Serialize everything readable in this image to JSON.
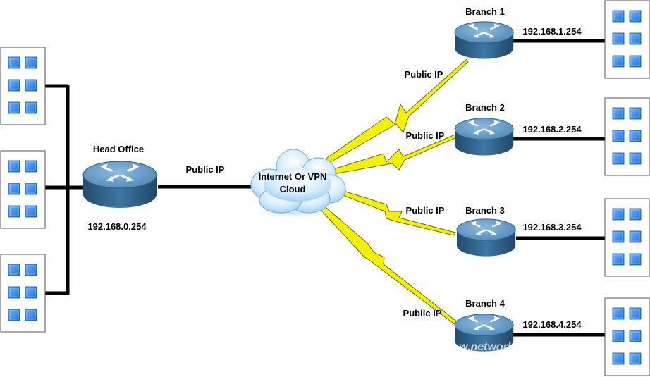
{
  "head_office": {
    "name": "Head Office",
    "lan_ip": "192.168.0.254",
    "wan_label": "Public IP"
  },
  "cloud": {
    "label_line1": "Internet Or VPN",
    "label_line2": "Cloud"
  },
  "branches": [
    {
      "name": "Branch 1",
      "lan_ip": "192.168.1.254",
      "wan_label": "Public IP"
    },
    {
      "name": "Branch 2",
      "lan_ip": "192.168.2.254",
      "wan_label": "Public IP"
    },
    {
      "name": "Branch 3",
      "lan_ip": "192.168.3.254",
      "wan_label": "Public IP"
    },
    {
      "name": "Branch 4",
      "lan_ip": "192.168.4.254",
      "wan_label": "Public IP"
    }
  ],
  "icons": {
    "router": "router-icon",
    "cloud": "cloud-icon",
    "host_group": "computer-group-icon",
    "wan_link": "lightning-link-icon"
  },
  "colors": {
    "router_top": "#5a93bd",
    "router_side": "#2c5d82",
    "host_square": "#2f86e8",
    "link_bolt": "#f2f200",
    "cable": "#000000"
  },
  "watermark": {
    "text": "w.network"
  }
}
